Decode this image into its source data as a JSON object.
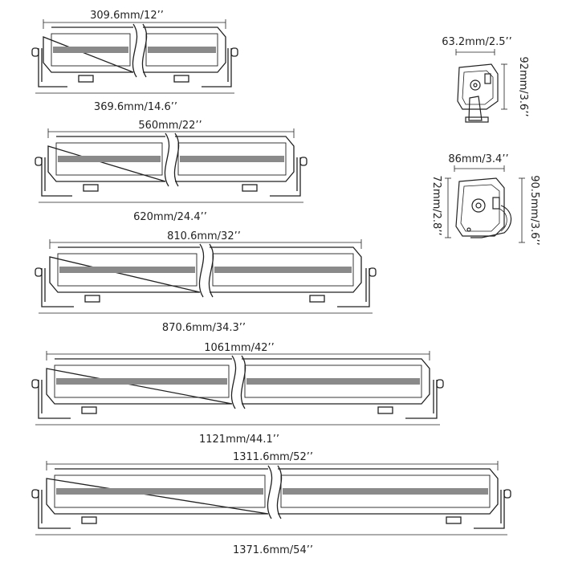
{
  "bars": [
    {
      "id": "bar-12",
      "top_label": "309.6mm/12’’",
      "bottom_label": "369.6mm/14.6’’"
    },
    {
      "id": "bar-22",
      "top_label": "560mm/22’’",
      "bottom_label": "620mm/24.4’’"
    },
    {
      "id": "bar-32",
      "top_label": "810.6mm/32’’",
      "bottom_label": "870.6mm/34.3’’"
    },
    {
      "id": "bar-42",
      "top_label": "1061mm/42’’",
      "bottom_label": "1121mm/44.1’’"
    },
    {
      "id": "bar-52",
      "top_label": "1311.6mm/52’’",
      "bottom_label": "1371.6mm/54’’"
    }
  ],
  "side_views": [
    {
      "id": "side-small",
      "width_label": "63.2mm/2.5’’",
      "height_label": "92mm/3.6’’"
    },
    {
      "id": "side-large",
      "width_label": "86mm/3.4’’",
      "left_height_label": "72mm/2.8’’",
      "right_height_label": "90.5mm/3.6’’"
    }
  ],
  "colors": {
    "line": "#222222",
    "strip": "#8a8a8a"
  }
}
